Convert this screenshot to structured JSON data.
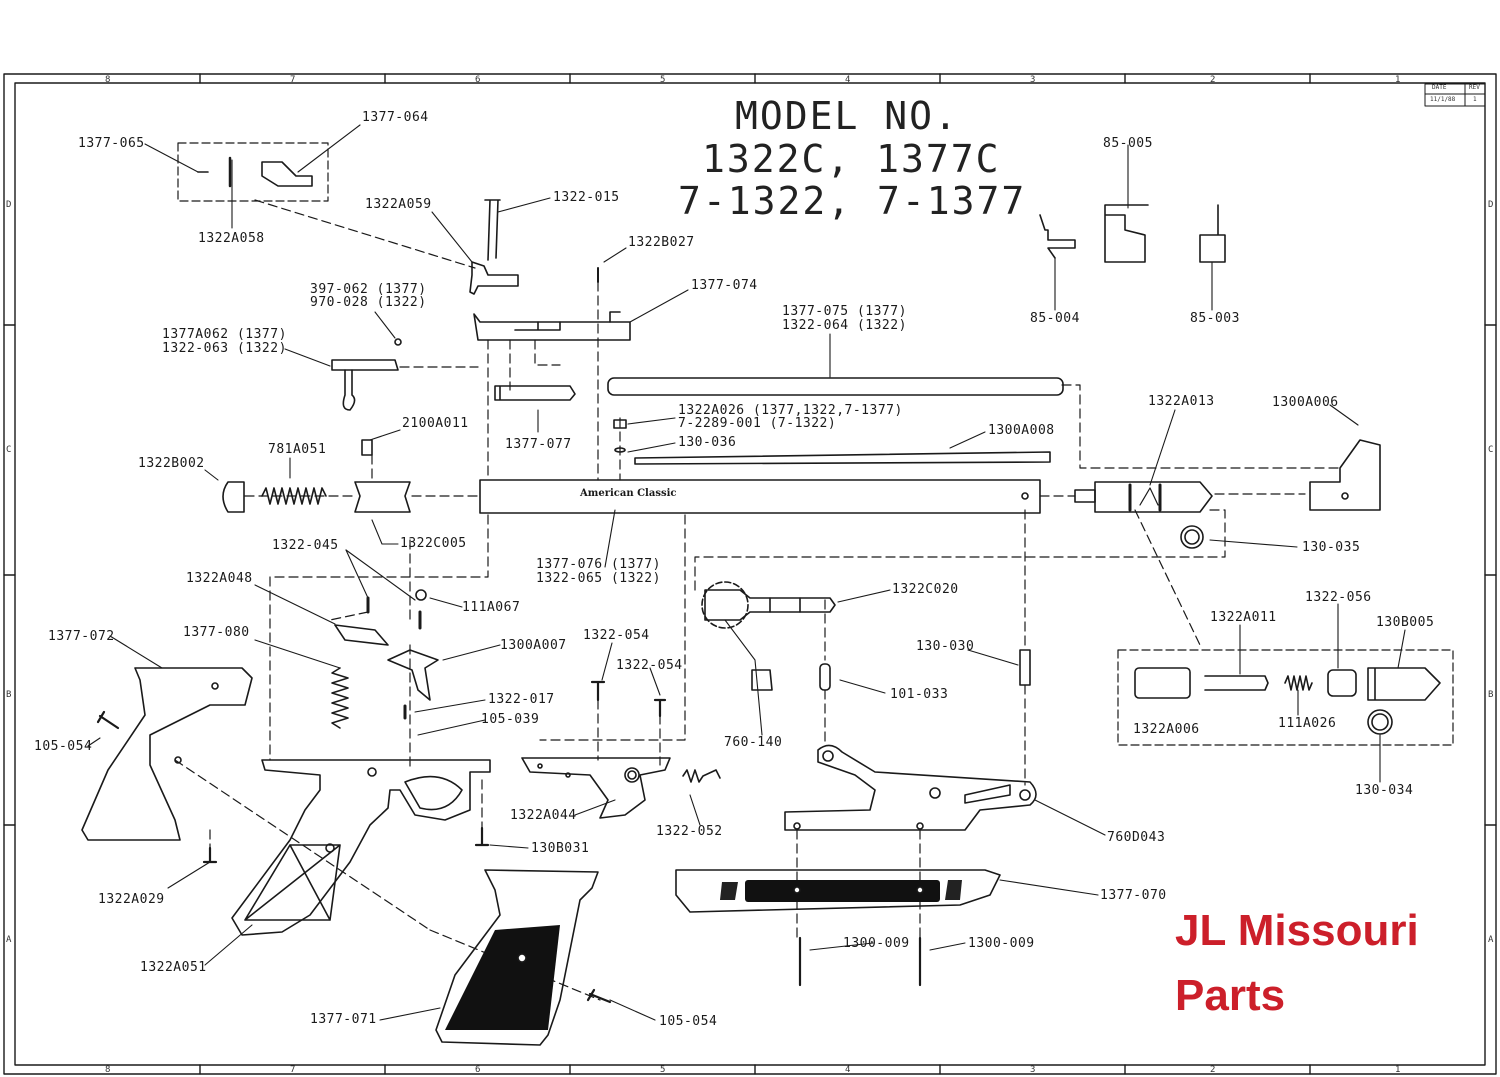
{
  "title": {
    "line1": "MODEL NO.",
    "line2": "1322C, 1377C",
    "line3": "7-1322, 7-1377"
  },
  "brand": {
    "line1": "JL Missouri",
    "line2": "Parts",
    "color": "#cc1f2a"
  },
  "revision_block": {
    "date_header": "DATE",
    "rev_header": "REV",
    "date_value": "11/1/88",
    "rev_value": "1"
  },
  "engraving": {
    "barrel_name": "American Classic"
  },
  "border": {
    "columns": [
      "8",
      "7",
      "6",
      "5",
      "4",
      "3",
      "2",
      "1"
    ],
    "rows": [
      "D",
      "C",
      "B",
      "A"
    ]
  },
  "parts": {
    "p1377_065": "1377-065",
    "p1377_064": "1377-064",
    "p1322A058": "1322A058",
    "p1322A059": "1322A059",
    "p1322_015": "1322-015",
    "p1322B027": "1322B027",
    "p1377_074": "1377-074",
    "p397_062": "397-062 (1377)",
    "p970_028": "970-028 (1322)",
    "p1377A062": "1377A062 (1377)",
    "p1322_063": "1322-063 (1322)",
    "p1377_077": "1377-077",
    "p1377_075": "1377-075 (1377)",
    "p1322_064": "1322-064 (1322)",
    "p1322A026": "1322A026 (1377,1322,7-1377)",
    "p7_2289": "7-2289-001 (7-1322)",
    "p130_036": "130-036",
    "p1300A008": "1300A008",
    "p2100A011": "2100A011",
    "p781A051": "781A051",
    "p1322B002": "1322B002",
    "p1322C005": "1322C005",
    "p85_005": "85-005",
    "p85_004": "85-004",
    "p85_003": "85-003",
    "p1322A013": "1322A013",
    "p1300A006": "1300A006",
    "p130_035": "130-035",
    "p1377_076": "1377-076 (1377)",
    "p1322_065": "1322-065 (1322)",
    "p1322_045": "1322-045",
    "p1322A048": "1322A048",
    "p111A067": "111A067",
    "p1322C020": "1322C020",
    "p1377_072": "1377-072",
    "p1377_080": "1377-080",
    "p1300A007": "1300A007",
    "p1322_054a": "1322-054",
    "p1322_054b": "1322-054",
    "p130_030": "130-030",
    "p1322A011": "1322A011",
    "p1322_056": "1322-056",
    "p130B005": "130B005",
    "p1322_017": "1322-017",
    "p105_039": "105-039",
    "p101_033": "101-033",
    "p760_140": "760-140",
    "p105_054a": "105-054",
    "p1322A006": "1322A006",
    "p111A026": "111A026",
    "p130_034": "130-034",
    "p1322A044": "1322A044",
    "p1322_052": "1322-052",
    "p760D043": "760D043",
    "p130B031": "130B031",
    "p1322A029": "1322A029",
    "p1377_070": "1377-070",
    "p1322A051": "1322A051",
    "p1300_009a": "1300-009",
    "p1300_009b": "1300-009",
    "p1377_071": "1377-071",
    "p105_054b": "105-054"
  }
}
